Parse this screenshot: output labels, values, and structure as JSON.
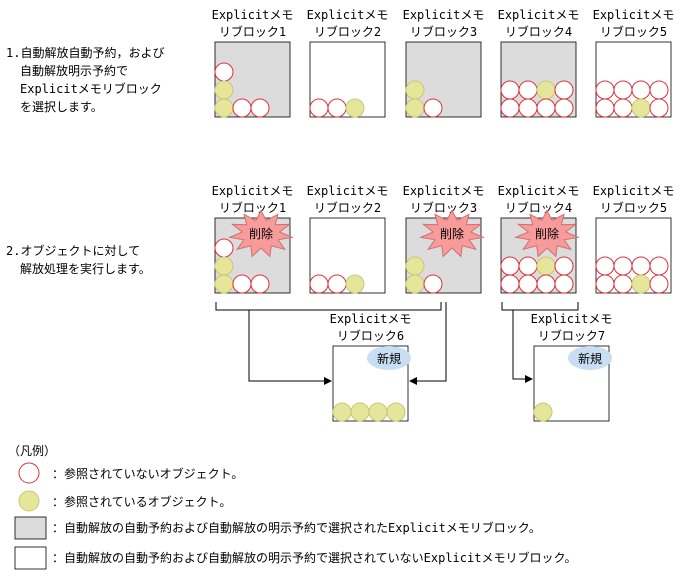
{
  "colors": {
    "selected_fill": "#dcdcdc",
    "unselected_fill": "#ffffff",
    "unreferenced_stroke": "#e0303a",
    "referenced_fill": "#e6e69a",
    "referenced_stroke": "#c8c878",
    "delete_burst_fill": "#f79b9b",
    "delete_burst_stroke": "#d07070",
    "new_badge_fill": "#c9def3",
    "line": "#000000"
  },
  "steps": [
    {
      "text_lines": [
        "1.自動解放自動予約，および",
        "自動解放明示予約で",
        "Explicitメモリブロック",
        "を選択します。"
      ],
      "blocks": [
        {
          "title_lines": [
            "Explicitメモ",
            "リブロック1"
          ],
          "selected": true,
          "objects": [
            [
              "free"
            ],
            [
              "ref"
            ],
            [
              "ref",
              "free",
              "free"
            ]
          ]
        },
        {
          "title_lines": [
            "Explicitメモ",
            "リブロック2"
          ],
          "selected": false,
          "objects": [
            [
              "free",
              "free",
              "ref"
            ]
          ]
        },
        {
          "title_lines": [
            "Explicitメモ",
            "リブロック3"
          ],
          "selected": true,
          "objects": [
            [
              "ref"
            ],
            [
              "ref",
              "free"
            ]
          ]
        },
        {
          "title_lines": [
            "Explicitメモ",
            "リブロック4"
          ],
          "selected": true,
          "objects": [
            [
              "free",
              "free",
              "ref",
              "free"
            ],
            [
              "free",
              "free",
              "free",
              "free"
            ]
          ]
        },
        {
          "title_lines": [
            "Explicitメモ",
            "リブロック5"
          ],
          "selected": false,
          "objects": [
            [
              "free",
              "free",
              "free",
              "free"
            ],
            [
              "free",
              "free",
              "ref",
              "free"
            ]
          ]
        }
      ]
    },
    {
      "text_lines": [
        "2.オブジェクトに対して",
        "解放処理を実行します。"
      ],
      "blocks": [
        {
          "title_lines": [
            "Explicitメモ",
            "リブロック1"
          ],
          "selected": true,
          "deleted": true,
          "objects": [
            [
              "free"
            ],
            [
              "ref"
            ],
            [
              "ref",
              "free",
              "free"
            ]
          ]
        },
        {
          "title_lines": [
            "Explicitメモ",
            "リブロック2"
          ],
          "selected": false,
          "objects": [
            [
              "free",
              "free",
              "ref"
            ]
          ]
        },
        {
          "title_lines": [
            "Explicitメモ",
            "リブロック3"
          ],
          "selected": true,
          "deleted": true,
          "objects": [
            [
              "ref"
            ],
            [
              "ref",
              "free"
            ]
          ]
        },
        {
          "title_lines": [
            "Explicitメモ",
            "リブロック4"
          ],
          "selected": true,
          "deleted": true,
          "objects": [
            [
              "free",
              "free",
              "ref",
              "free"
            ],
            [
              "free",
              "free",
              "free",
              "free"
            ]
          ]
        },
        {
          "title_lines": [
            "Explicitメモ",
            "リブロック5"
          ],
          "selected": false,
          "objects": [
            [
              "free",
              "free",
              "free",
              "free"
            ],
            [
              "free",
              "free",
              "ref",
              "free"
            ]
          ]
        }
      ],
      "delete_label": "削除",
      "new_blocks": [
        {
          "title_lines": [
            "Explicitメモ",
            "リブロック6"
          ],
          "new_label": "新規",
          "objects": [
            [
              "ref",
              "ref",
              "ref",
              "ref"
            ]
          ]
        },
        {
          "title_lines": [
            "Explicitメモ",
            "リブロック7"
          ],
          "new_label": "新規",
          "objects": [
            [
              "ref"
            ]
          ]
        }
      ]
    }
  ],
  "legend": {
    "title": "（凡例）",
    "items": [
      {
        "kind": "free",
        "text": "：参照されていないオブジェクト。"
      },
      {
        "kind": "ref",
        "text": "：参照されているオブジェクト。"
      },
      {
        "kind": "selected",
        "text": "：自動解放の自動予約および自動解放の明示予約で選択されたExplicitメモリブロック。"
      },
      {
        "kind": "unselected",
        "text": "：自動解放の自動予約および自動解放の明示予約で選択されていないExplicitメモリブロック。"
      }
    ]
  }
}
